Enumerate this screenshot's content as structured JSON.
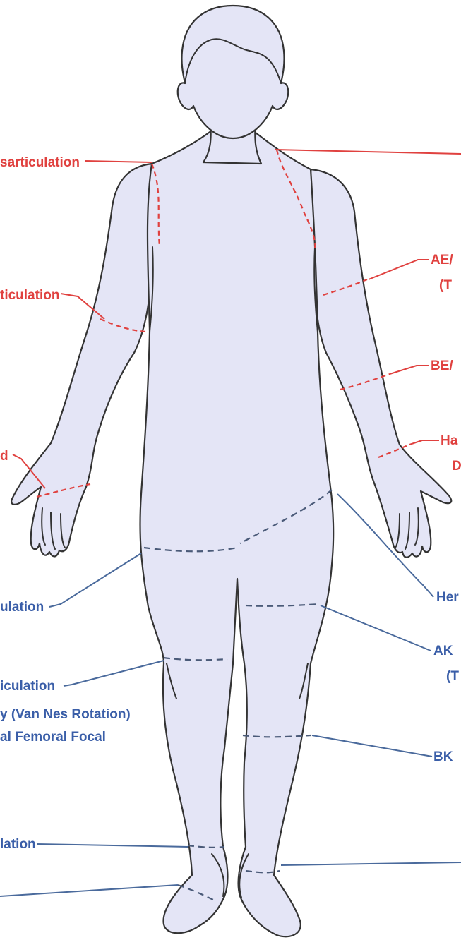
{
  "colors": {
    "upper_extremity": "#e0413f",
    "lower_extremity": "#3a5ea8",
    "body_fill": "#e4e5f6",
    "outline": "#333333"
  },
  "labels": {
    "left": {
      "shoulder_disarticulation": "sarticulation",
      "elbow_disarticulation": "ticulation",
      "wrist": "d",
      "hip_disarticulation": "ulation",
      "knee_disarticulation": "iculation",
      "rotationplasty": "y (Van Nes Rotation)",
      "pffd": "al Femoral Focal",
      "ankle_disarticulation": "lation"
    },
    "right": {
      "ae_line1": "AE/",
      "ae_line2": "(T",
      "be": "BE/",
      "hand_line1": "Ha",
      "hand_line2": "D",
      "hemipelvectomy": "Her",
      "ak_line1": "AK",
      "ak_line2": "(T",
      "bk": "BK"
    }
  }
}
